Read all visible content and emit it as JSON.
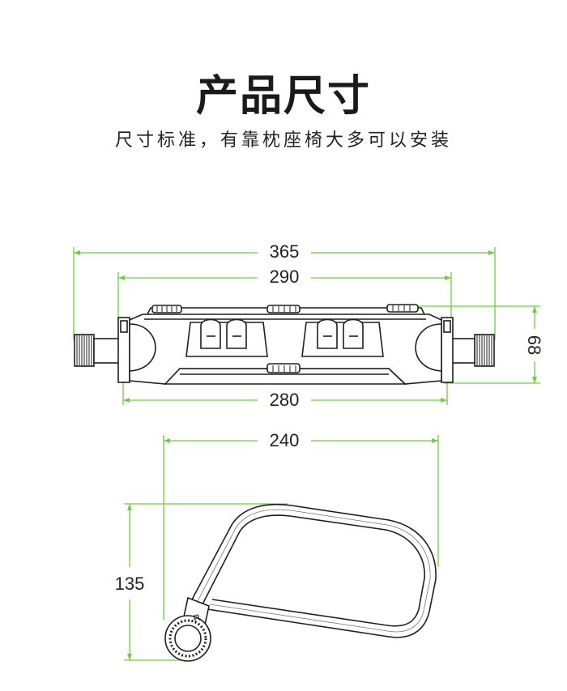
{
  "header": {
    "title": "产品尺寸",
    "subtitle": "尺寸标准，有靠枕座椅大多可以安装"
  },
  "dimensions": {
    "overall_length": "365",
    "inner_length": "290",
    "body_length": "280",
    "height": "68",
    "arm_width": "240",
    "arm_height": "135"
  },
  "part_label": "R",
  "colors": {
    "dimension_line": "#6fcf3a",
    "outline": "#1f1f1f",
    "fill": "#ffffff"
  }
}
